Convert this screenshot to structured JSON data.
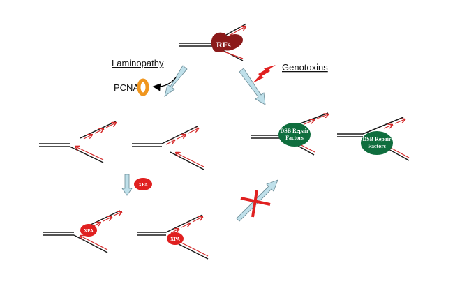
{
  "diagram": {
    "top_fork": {
      "protein_label": "RFs"
    },
    "left_branch": {
      "condition_label": "Laminopathy",
      "sequestered_label": "PCNA",
      "recruited_factor": "XPA",
      "fork_protein_label": "XPA"
    },
    "right_branch": {
      "condition_label": "Genotoxins",
      "fork_protein_label_line1": "DSB Repair",
      "fork_protein_label_line2": "Factors"
    },
    "blocked_transition": "blocked"
  },
  "colors": {
    "dna": "#1a1a1a",
    "nascent": "#d42a2a",
    "rfs": "#8b1a1a",
    "pcna": "#f0961e",
    "dsb": "#0f6e3e",
    "xpa": "#e02020",
    "arrow_fill": "#bfe0ea",
    "arrow_stroke": "#6a8a95"
  }
}
